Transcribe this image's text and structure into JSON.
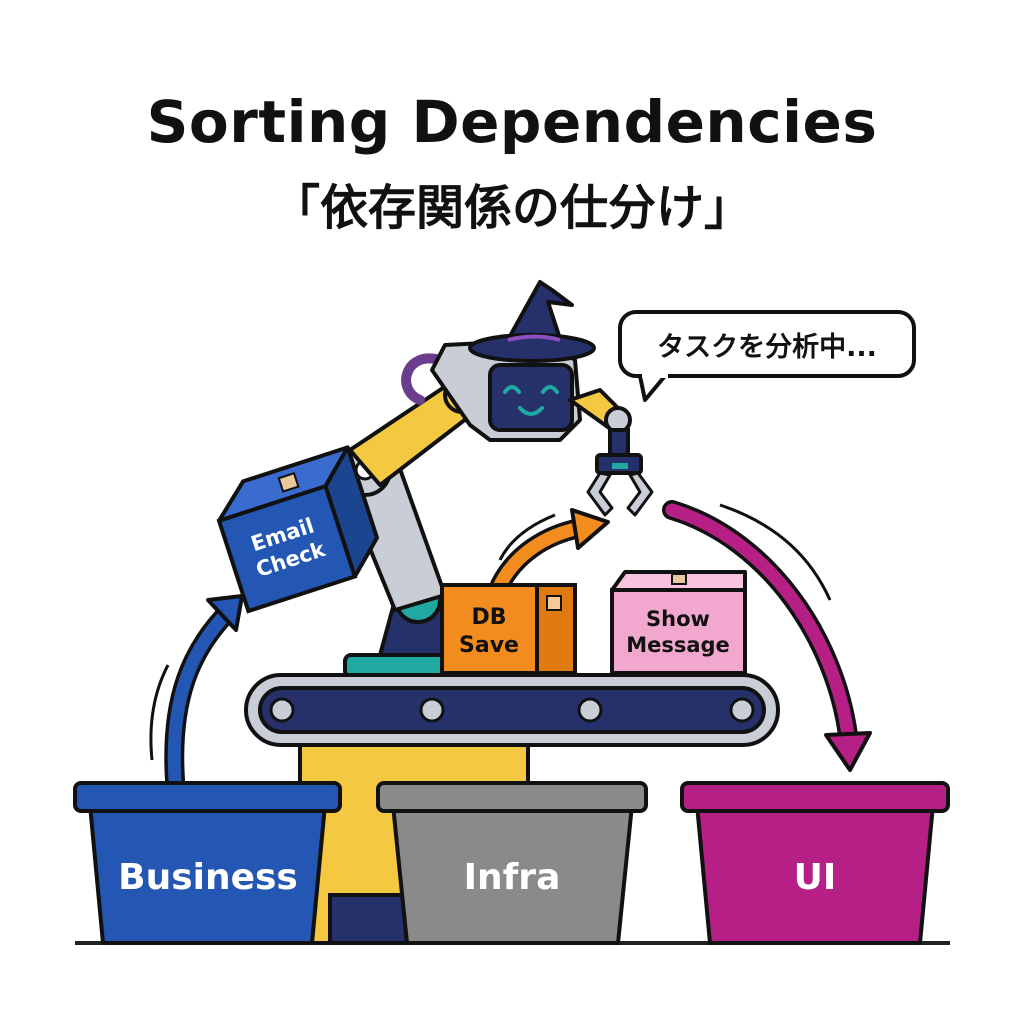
{
  "header": {
    "title": "Sorting Dependencies",
    "subtitle": "「依存関係の仕分け」"
  },
  "speech_bubble": {
    "text": "タスクを分析中..."
  },
  "boxes": {
    "email_check": {
      "line1": "Email",
      "line2": "Check",
      "color": "#2457b3"
    },
    "db_save": {
      "line1": "DB",
      "line2": "Save",
      "color": "#f28c1e"
    },
    "show_message": {
      "line1": "Show",
      "line2": "Message",
      "color": "#f2a7cf"
    }
  },
  "bins": {
    "business": {
      "label": "Business",
      "color": "#2457b3"
    },
    "infra": {
      "label": "Infra",
      "color": "#8a8a8a"
    },
    "ui": {
      "label": "UI",
      "color": "#b51f86"
    }
  },
  "colors": {
    "robot_arm": "#f5c842",
    "robot_base": "#26306b",
    "conveyor": "#26306b",
    "accent_teal": "#1fa9a0"
  },
  "icons": [
    "wizard-hat-icon",
    "robot-face-icon",
    "gripper-claw-icon",
    "arrow-up-icon",
    "arrow-curve-icon",
    "arrow-down-icon"
  ]
}
